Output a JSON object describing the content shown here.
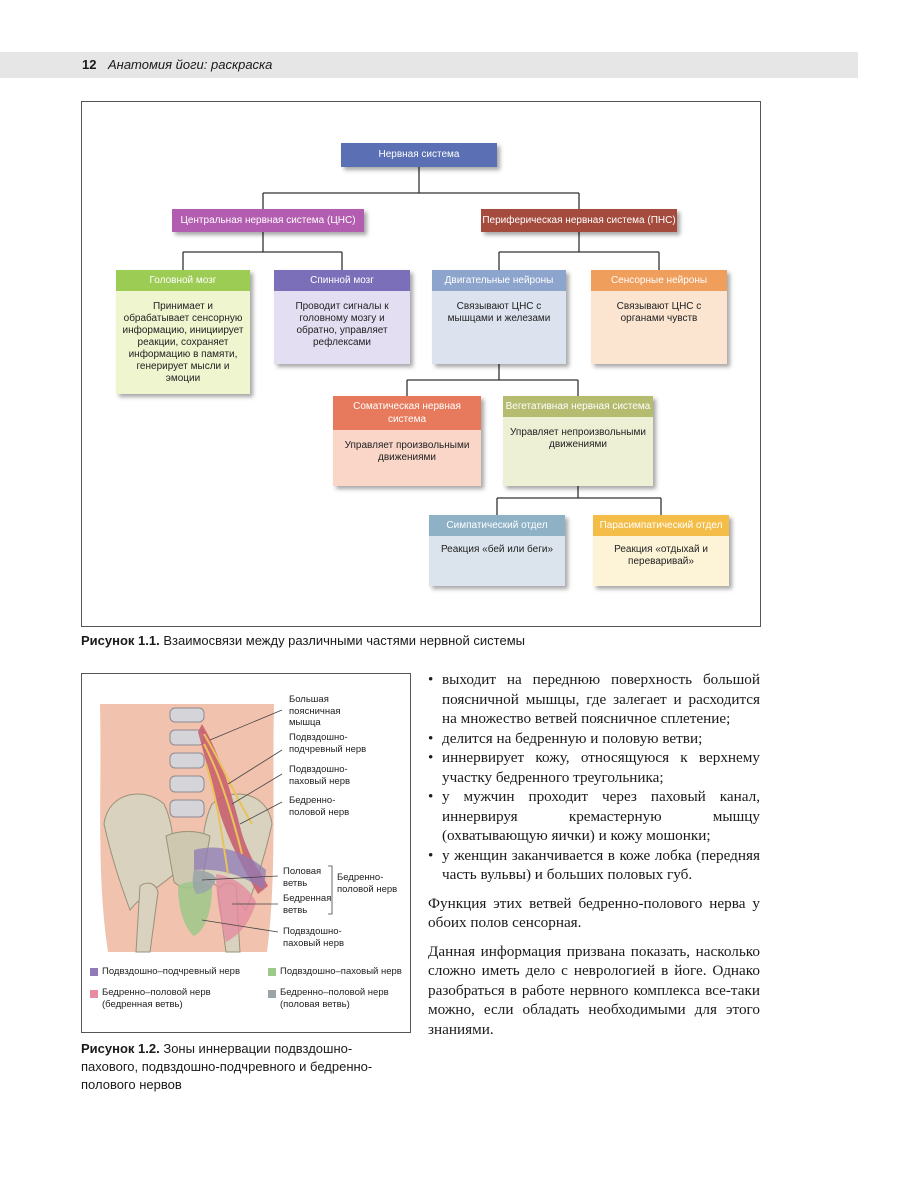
{
  "header": {
    "page_number": "12",
    "running_title": "Анатомия йоги: раскраска"
  },
  "figure1": {
    "root": "Нервная система",
    "cns": "Центральная нервная система (ЦНС)",
    "pns": "Периферическая нервная система (ПНС)",
    "brain": {
      "title": "Головной мозг",
      "text": "Принимает и обрабатывает сенсорную информацию, инициирует реакции, сохраняет информацию в памяти, генерирует мысли и эмоции"
    },
    "spine": {
      "title": "Спинной мозг",
      "text": "Проводит сигналы к головному мозгу и обратно, управляет рефлексами"
    },
    "motor": {
      "title": "Двигательные нейроны",
      "text": "Связывают ЦНС с мышцами и железами"
    },
    "sensory": {
      "title": "Сенсорные нейроны",
      "text": "Связывают ЦНС с органами чувств"
    },
    "somatic": {
      "title": "Соматическая нервная система",
      "text": "Управляет произвольными движениями"
    },
    "autonomic": {
      "title": "Вегетативная нервная система",
      "text": "Управляет непроизвольными движениями"
    },
    "sympathetic": {
      "title": "Симпатический отдел",
      "text": "Реакция «бей или беги»"
    },
    "parasympathetic": {
      "title": "Парасимпатический отдел",
      "text": "Реакция «отдыхай и переваривай»"
    },
    "caption_label": "Рисунок 1.1.",
    "caption_text": "Взаимосвязи между различными частями нервной системы"
  },
  "figure2": {
    "labels": {
      "psoas": "Большая поясничная мышца",
      "iliohypogastric": "Подвздошно-подчревный нерв",
      "ilioinguinal": "Подвздошно-паховый нерв",
      "genitofemoral": "Бедренно-половой нерв",
      "genital_branch": "Половая ветвь",
      "femoral_branch": "Бедренная ветвь",
      "genitofemoral_group": "Бедренно-половой нерв",
      "ilioinguinal_lower": "Подвздошно-паховый нерв"
    },
    "legend": [
      {
        "text": "Подвздошно–подчревный нерв",
        "color": "#8f7bb5"
      },
      {
        "text": "Подвздошно–паховый нерв",
        "color": "#9cc889"
      },
      {
        "text": "Бедренно–половой нерв (бедренная ветвь)",
        "color": "#e58ca0"
      },
      {
        "text": "Бедренно–половой нерв (половая ветвь)",
        "color": "#9aa3a8"
      }
    ],
    "caption_label": "Рисунок 1.2.",
    "caption_text": "Зоны иннервации подвздошно-пахового, подвздошно-подчревного и бедренно-полового нервов"
  },
  "body": {
    "bullets": [
      "выходит на переднюю поверхность большой поясничной мышцы, где залегает и расходится на множество ветвей поясничное сплетение;",
      "делится на бедренную и половую ветви;",
      "иннервирует кожу, относящуюся к верхнему участку бедренного треугольника;",
      "у мужчин проходит через паховый канал, иннервируя кремастерную мышцу (охватывающую яички) и кожу мошонки;",
      "у женщин заканчивается в коже лобка (передняя часть вульвы) и больших половых губ."
    ],
    "paragraph1": "Функция этих ветвей бедренно-полового нерва у обоих полов сенсорная.",
    "paragraph2": "Данная информация призвана показать, насколько сложно иметь дело с неврологией в йоге. Однако разобраться в работе нервного комплекса все-таки можно, если обладать необходимыми для этого знаниями."
  }
}
